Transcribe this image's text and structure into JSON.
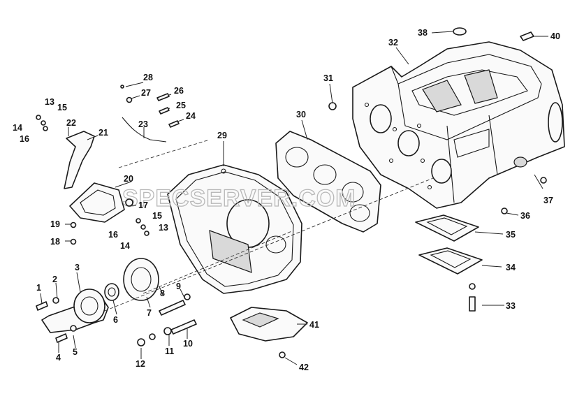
{
  "watermark": "SPECSERVER.COM",
  "callouts": [
    {
      "id": "c1",
      "text": "1"
    },
    {
      "id": "c2",
      "text": "2"
    },
    {
      "id": "c3",
      "text": "3"
    },
    {
      "id": "c4",
      "text": "4"
    },
    {
      "id": "c5",
      "text": "5"
    },
    {
      "id": "c6",
      "text": "6"
    },
    {
      "id": "c7",
      "text": "7"
    },
    {
      "id": "c8",
      "text": "8"
    },
    {
      "id": "c9",
      "text": "9"
    },
    {
      "id": "c10",
      "text": "10"
    },
    {
      "id": "c11",
      "text": "11"
    },
    {
      "id": "c12",
      "text": "12"
    },
    {
      "id": "c13a",
      "text": "13"
    },
    {
      "id": "c14a",
      "text": "14"
    },
    {
      "id": "c15a",
      "text": "15"
    },
    {
      "id": "c16a",
      "text": "16"
    },
    {
      "id": "c13b",
      "text": "13"
    },
    {
      "id": "c14b",
      "text": "14"
    },
    {
      "id": "c15b",
      "text": "15"
    },
    {
      "id": "c16b",
      "text": "16"
    },
    {
      "id": "c17",
      "text": "17"
    },
    {
      "id": "c18",
      "text": "18"
    },
    {
      "id": "c19",
      "text": "19"
    },
    {
      "id": "c20",
      "text": "20"
    },
    {
      "id": "c21",
      "text": "21"
    },
    {
      "id": "c22",
      "text": "22"
    },
    {
      "id": "c23",
      "text": "23"
    },
    {
      "id": "c24",
      "text": "24"
    },
    {
      "id": "c25",
      "text": "25"
    },
    {
      "id": "c26",
      "text": "26"
    },
    {
      "id": "c27",
      "text": "27"
    },
    {
      "id": "c28",
      "text": "28"
    },
    {
      "id": "c29",
      "text": "29"
    },
    {
      "id": "c30",
      "text": "30"
    },
    {
      "id": "c31",
      "text": "31"
    },
    {
      "id": "c32",
      "text": "32"
    },
    {
      "id": "c33",
      "text": "33"
    },
    {
      "id": "c34",
      "text": "34"
    },
    {
      "id": "c35",
      "text": "35"
    },
    {
      "id": "c36",
      "text": "36"
    },
    {
      "id": "c37",
      "text": "37"
    },
    {
      "id": "c38",
      "text": "38"
    },
    {
      "id": "c40",
      "text": "40"
    },
    {
      "id": "c41",
      "text": "41"
    },
    {
      "id": "c42",
      "text": "42"
    }
  ]
}
